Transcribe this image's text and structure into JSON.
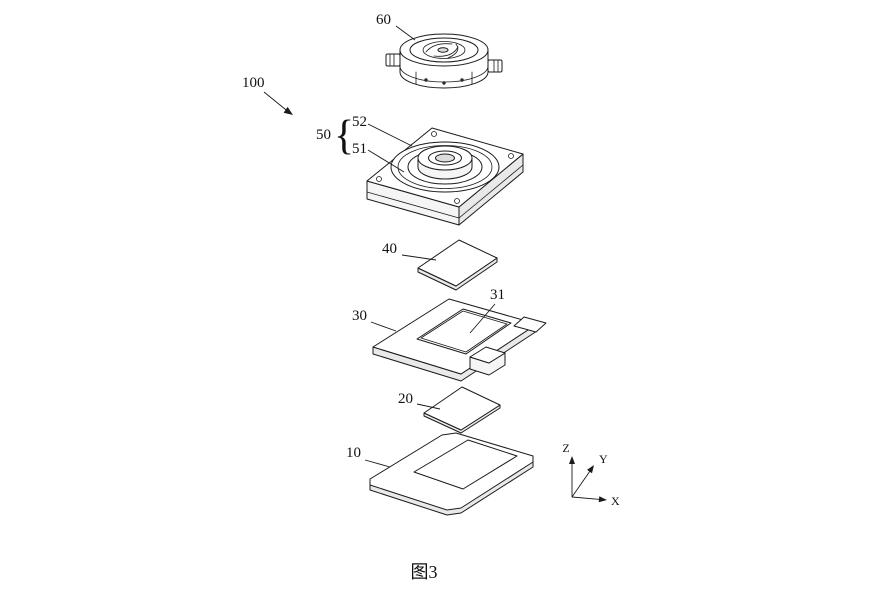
{
  "figure": {
    "caption": "图3",
    "reference_labels": {
      "l100": "100",
      "l60": "60",
      "l50": "50",
      "l52": "52",
      "l51": "51",
      "l40": "40",
      "l30": "30",
      "l31": "31",
      "l20": "20",
      "l10": "10"
    },
    "brace_glyph": "{",
    "axes": {
      "z": "Z",
      "y": "Y",
      "x": "X"
    },
    "colors": {
      "ink": "#1b1b1b",
      "paper": "#ffffff",
      "shade_light": "#f5f5f5",
      "shade_mid": "#e9e9e9",
      "shade_deep": "#dddddd"
    }
  }
}
